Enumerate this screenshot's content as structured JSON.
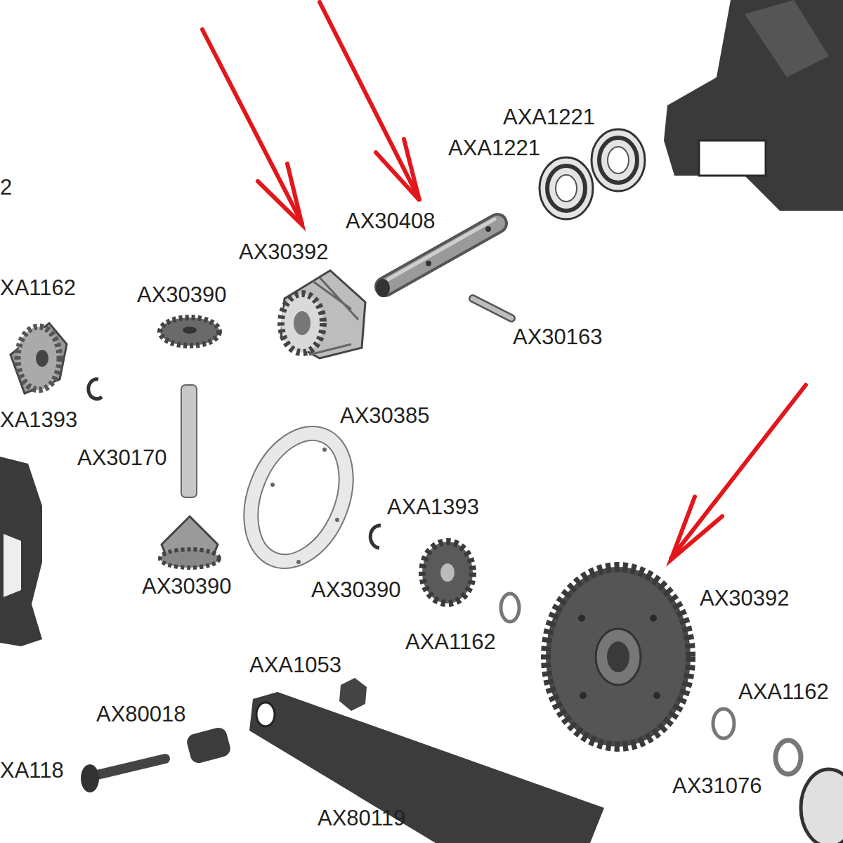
{
  "diagram": {
    "labels": [
      "2",
      "AXA1221",
      "AXA1221",
      "AX30408",
      "AX30392",
      "XA1162",
      "AX30390",
      "AX30163",
      "XA1393",
      "AX30385",
      "AX30170",
      "AXA1393",
      "AX30390",
      "AX30390",
      "AX30392",
      "AXA1162",
      "AXA1053",
      "AXA1162",
      "AX80018",
      "XA118",
      "AX31076",
      "AX80119"
    ]
  }
}
